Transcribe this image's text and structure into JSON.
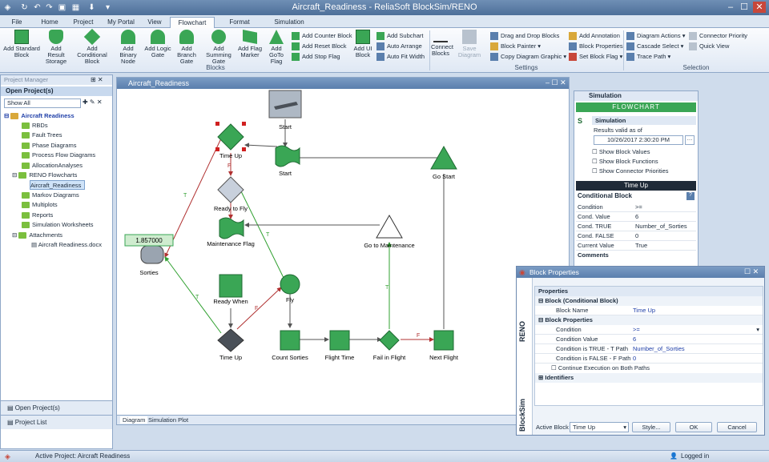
{
  "app": {
    "title": "Aircraft_Readiness - ReliaSoft BlockSim/RENO"
  },
  "menu_tabs": [
    {
      "label": "File"
    },
    {
      "label": "Home"
    },
    {
      "label": "Project"
    },
    {
      "label": "My Portal"
    },
    {
      "label": "View"
    },
    {
      "label": "Flowchart"
    },
    {
      "label": "Format"
    },
    {
      "label": "Simulation"
    }
  ],
  "ribbon": {
    "blocks_group": "Blocks",
    "settings_group": "Settings",
    "selection_group": "Selection",
    "big_buttons": [
      "Add Standard Block",
      "Add Result Storage",
      "Add Conditional Block",
      "Add Binary Node",
      "Add Logic Gate",
      "Add Branch Gate",
      "Add Summing Gate",
      "Add Flag Marker",
      "Add GoTo Flag"
    ],
    "small_col1": [
      "Add Counter Block",
      "Add Reset Block",
      "Add Stop Flag"
    ],
    "add_ui_block": "Add UI Block",
    "small_col2": [
      "Add Subchart",
      "Auto Arrange",
      "Auto Fit Width"
    ],
    "connect_blocks": "Connect Blocks",
    "save_diagram": "Save Diagram",
    "small_col3": [
      "Drag and Drop Blocks",
      "Block Painter",
      "Copy Diagram Graphic"
    ],
    "small_col4": [
      "Add Annotation",
      "Block Properties",
      "Set Block Flag"
    ],
    "small_col5": [
      "Diagram Actions",
      "Cascade Select",
      "Trace Path"
    ],
    "small_col6": [
      "Connector Priority",
      "Quick View"
    ]
  },
  "project_manager": {
    "title": "Project Manager",
    "open_projects": "Open Project(s)",
    "filter": "Show All",
    "root": "Aircraft Readiness",
    "items": [
      "RBDs",
      "Fault Trees",
      "Phase Diagrams",
      "Process Flow Diagrams",
      "AllocationAnalyses",
      "RENO Flowcharts",
      "Aircraft_Readiness",
      "Markov Diagrams",
      "Multiplots",
      "Reports",
      "Simulation Worksheets",
      "Attachments",
      "Aircraft Readiness.docx"
    ],
    "bottom_tabs": [
      "Open Project(s)",
      "Project List"
    ]
  },
  "canvas": {
    "title": "Aircraft_Readiness",
    "bottom_tabs": [
      "Diagram",
      "Simulation Plot"
    ],
    "value_box": "1.857000",
    "nodes": [
      "Start",
      "Time Up",
      "Start",
      "Go Start",
      "Ready to Fly",
      "Maintenance Flag",
      "Go to Maintenance",
      "Sorties",
      "Ready When",
      "Fly",
      "Time Up",
      "Count Sorties",
      "Flight Time",
      "Fail in Flight",
      "Next Flight"
    ],
    "edge_labels": [
      "T",
      "F",
      "T",
      "T",
      "F",
      "T",
      "F",
      "T"
    ]
  },
  "simulation_panel": {
    "title": "Simulation",
    "banner": "FLOWCHART",
    "section": "Simulation",
    "results_valid": "Results valid as of",
    "datetime": "10/26/2017 2:30:20 PM",
    "checks": [
      "Show Block Values",
      "Show Block Functions",
      "Show Connector Priorities"
    ],
    "block_header": "Time Up",
    "block_type": "Conditional Block",
    "props": [
      {
        "k": "Condition",
        "v": ">="
      },
      {
        "k": "Cond. Value",
        "v": "6"
      },
      {
        "k": "Cond. TRUE",
        "v": "Number_of_Sorties"
      },
      {
        "k": "Cond. FALSE",
        "v": "0"
      },
      {
        "k": "Current Value",
        "v": "True"
      }
    ],
    "comments": "Comments"
  },
  "block_properties": {
    "title": "Block Properties",
    "properties": "Properties",
    "block_header": "Block (Conditional Block)",
    "block_name_label": "Block Name",
    "block_name": "Time Up",
    "bp_header": "Block Properties",
    "rows": [
      {
        "k": "Condition",
        "v": ">="
      },
      {
        "k": "Condition Value",
        "v": "6"
      },
      {
        "k": "Condition is TRUE - T Path",
        "v": "Number_of_Sorties"
      },
      {
        "k": "Condition is FALSE - F Path",
        "v": "0"
      }
    ],
    "continue": "Continue Execution on Both Paths",
    "identifiers": "Identifiers",
    "active_block_label": "Active Block",
    "active_block": "Time Up",
    "style_btn": "Style...",
    "ok_btn": "OK",
    "cancel_btn": "Cancel",
    "side_reno": "RENO",
    "side_blocksim": "BlockSim"
  },
  "status": {
    "active_project": "Active Project: Aircraft Readiness",
    "logged": "Logged in"
  },
  "colors": {
    "node_green": "#3aa655",
    "edge_red": "#b03030",
    "edge_green": "#30a030",
    "ribbon_bg": "#dfe8f4"
  }
}
